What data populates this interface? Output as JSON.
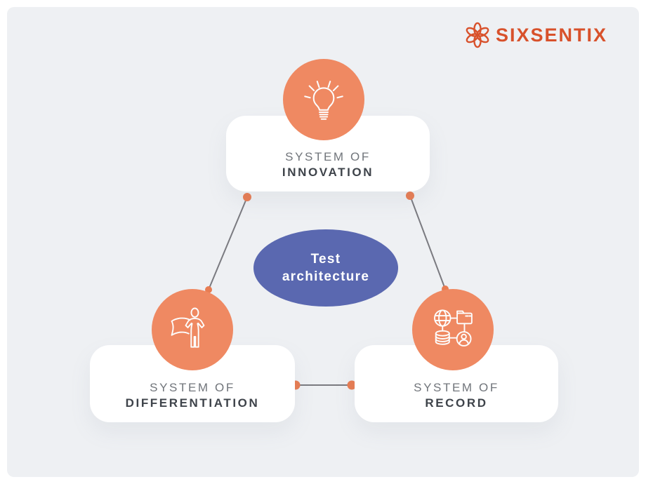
{
  "brand": {
    "name": "SIXSENTIX",
    "logo_icon": "flower-pinwheel-icon",
    "color": "#D8512B"
  },
  "center": {
    "line1": "Test",
    "line2": "architecture",
    "shape": "ellipse",
    "color": "#5A68B0"
  },
  "nodes": [
    {
      "id": "innovation",
      "line1": "SYSTEM OF",
      "line2": "INNOVATION",
      "icon": "lightbulb-icon"
    },
    {
      "id": "differentiation",
      "line1": "SYSTEM OF",
      "line2": "DIFFERENTIATION",
      "icon": "superhero-icon"
    },
    {
      "id": "record",
      "line1": "SYSTEM OF",
      "line2": "RECORD",
      "icon": "data-network-icon"
    }
  ],
  "connectors": [
    {
      "from": "innovation",
      "to": "differentiation"
    },
    {
      "from": "innovation",
      "to": "record"
    },
    {
      "from": "differentiation",
      "to": "record"
    }
  ],
  "colors": {
    "badge_orange": "#EF8962",
    "dot_orange": "#E87C52",
    "line_gray": "#7A7A80",
    "background": "#EEF0F3",
    "card": "#FFFFFF",
    "text_muted": "#71757B",
    "text_dark": "#3E434A"
  }
}
